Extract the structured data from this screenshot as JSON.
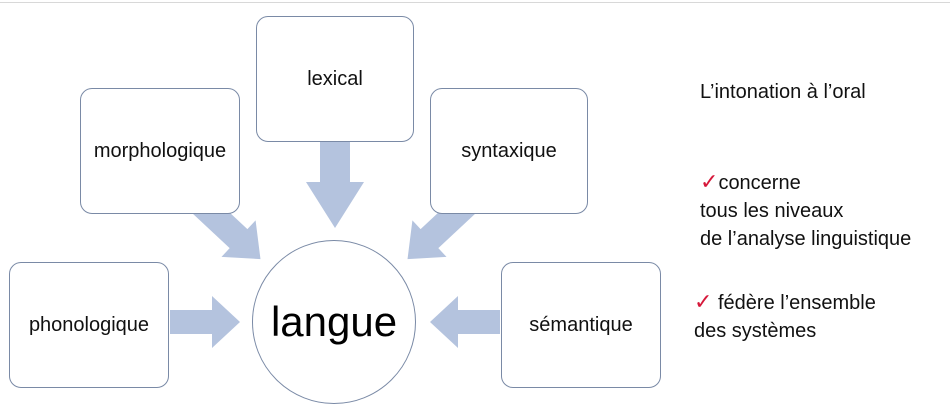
{
  "diagram": {
    "center": "langue",
    "nodes": {
      "phonologique": "phonologique",
      "morphologique": "morphologique",
      "lexical": "lexical",
      "syntaxique": "syntaxique",
      "semantique": "sémantique"
    }
  },
  "notes": {
    "title": "L’intonation à l’oral",
    "checkmark": "✓",
    "point1": {
      "line1": "concerne",
      "line2": "tous les niveaux",
      "line3": "de l’analyse linguistique"
    },
    "point2": {
      "line1": " fédère l’ensemble",
      "line2": "des systèmes"
    }
  },
  "colors": {
    "arrow": "#b4c3de",
    "border": "#7a8aa6",
    "check": "#d6183a"
  }
}
